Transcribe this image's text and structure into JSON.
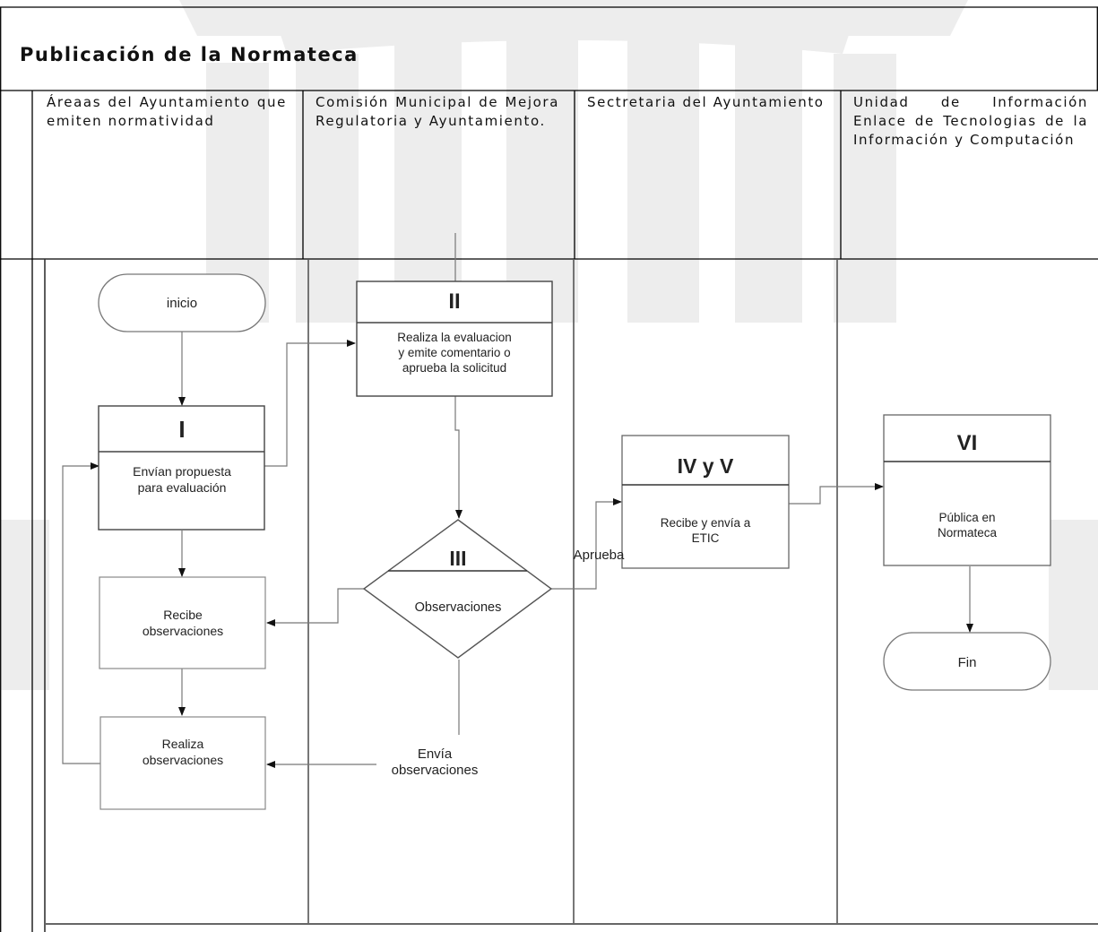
{
  "title": "Publicación de la Normateca",
  "lanes": [
    {
      "label": "Áreaas del Ayuntamiento que emiten normatividad"
    },
    {
      "label": "Comisión Municipal de Mejora Regulatoria y Ayuntamiento."
    },
    {
      "label": "Sectretaria del Ayuntamiento"
    },
    {
      "label": "Unidad de Información Enlace de Tecnologias de la Información y Computación"
    }
  ],
  "nodes": {
    "inicio": "inicio",
    "step1": {
      "number": "I",
      "text_lines": [
        "Envían propuesta",
        "para evaluación"
      ]
    },
    "step2": {
      "number": "II",
      "text_lines": [
        "Realiza la evaluacion",
        "y emite comentario o",
        "aprueba la solicitud"
      ]
    },
    "step3": {
      "number": "III",
      "text": "Observaciones"
    },
    "step45": {
      "number": "IV y V",
      "text_lines": [
        "Recibe y envía a",
        "ETIC"
      ]
    },
    "step6": {
      "number": "VI",
      "text_lines": [
        "Pública en",
        "Normateca"
      ]
    },
    "recibe": {
      "text_lines": [
        "Recibe",
        "observaciones"
      ]
    },
    "realiza": {
      "text_lines": [
        "Realiza",
        "observaciones"
      ]
    },
    "fin": "Fin"
  },
  "edge_labels": {
    "aprueba": "Aprueba",
    "envia_lines": [
      "Envía",
      "observaciones"
    ]
  }
}
